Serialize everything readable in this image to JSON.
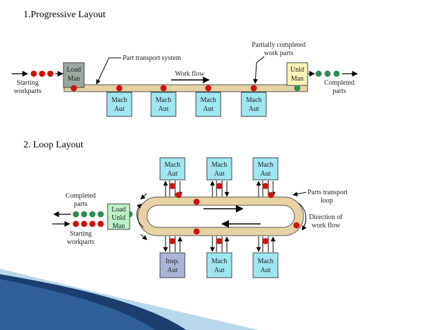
{
  "colors": {
    "mach_box": "#9ee6f0",
    "load_box_top": "#9aa8a0",
    "unld_box": "#fbf4b8",
    "loop_load_box": "#bdf0c8",
    "insp_box": "#aab4d6",
    "conveyor": "#e6d2a4",
    "dot_red": "#d01010",
    "dot_green": "#2e8b57",
    "swoosh_dark": "#1c3d6e",
    "swoosh_light": "#b9d7ea"
  },
  "progressive": {
    "title": "1.Progressive Layout",
    "load_box": [
      "Load",
      "Man"
    ],
    "unld_box": [
      "Unld",
      "Man"
    ],
    "machines": [
      [
        "Mach",
        "Aut"
      ],
      [
        "Mach",
        "Aut"
      ],
      [
        "Mach",
        "Aut"
      ],
      [
        "Mach",
        "Aut"
      ]
    ],
    "starting_label": [
      "Starting",
      "workparts"
    ],
    "completed_label": [
      "Completed",
      "parts"
    ],
    "transport_label": "Part transport system",
    "partial_label": [
      "Partially completed",
      "work parts"
    ],
    "workflow_label": "Work flow"
  },
  "loop": {
    "title": "2. Loop Layout",
    "load_box": [
      "Load",
      "Unld",
      "Man"
    ],
    "top_machines": [
      [
        "Mach",
        "Aut"
      ],
      [
        "Mach",
        "Aut"
      ],
      [
        "Mach",
        "Aut"
      ]
    ],
    "bottom_machines": [
      [
        "Insp.",
        "Aut"
      ],
      [
        "Mach",
        "Aut"
      ],
      [
        "Mach",
        "Aut"
      ]
    ],
    "completed_label": [
      "Completed",
      "parts"
    ],
    "starting_label": [
      "Starting",
      "workparts"
    ],
    "transport_label": [
      "Parts transport",
      "loop"
    ],
    "direction_label": [
      "Direction of",
      "work flow"
    ]
  }
}
